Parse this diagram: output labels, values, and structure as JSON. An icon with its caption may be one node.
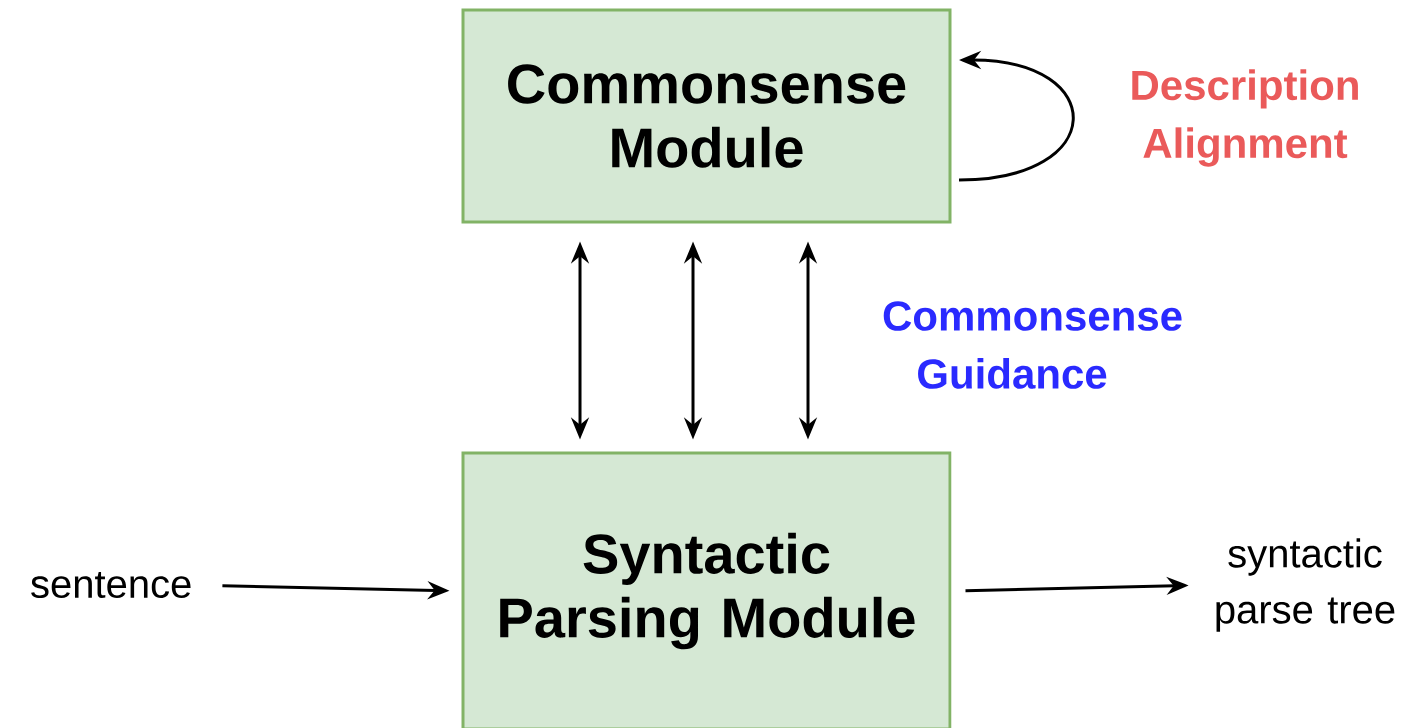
{
  "diagram": {
    "nodes": [
      {
        "text": [
          "Commonsense Module"
        ]
      },
      {
        "text": [
          "Syntactic Parsing Module"
        ]
      },
      {
        "text": [
          "sentence"
        ]
      },
      {
        "text": [
          "syntactic parse tree"
        ]
      }
    ],
    "edges": [
      {
        "from": 0,
        "to": 1,
        "arrow": "both"
      },
      {
        "from": 0,
        "to": 1,
        "arrow": "both"
      },
      {
        "from": 0,
        "to": 1,
        "arrow": "both",
        "label": "Commonsense Guidance"
      },
      {
        "from": 0,
        "to": 0,
        "arrow": "to",
        "label": "Description Alignment"
      },
      {
        "from": 2,
        "to": 1,
        "arrow": "to"
      },
      {
        "from": 1,
        "to": 3,
        "arrow": "to"
      }
    ]
  }
}
